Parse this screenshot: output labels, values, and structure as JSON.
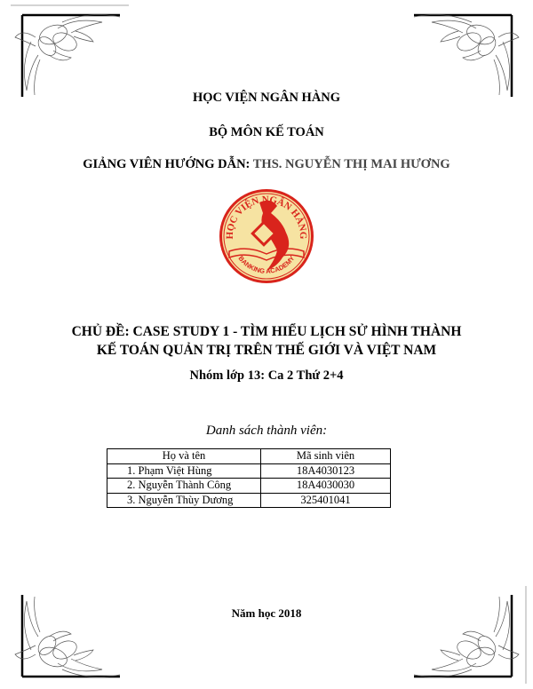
{
  "header": {
    "institution": "HỌC VIỆN NGÂN HÀNG",
    "department": "BỘ MÔN KẾ TOÁN",
    "supervisor_label": "GIẢNG VIÊN HƯỚNG DẪN:",
    "supervisor_name": "THS. NGUYỄN THỊ MAI HƯƠNG"
  },
  "logo": {
    "text_top": "HỌC VIỆN NGÂN HÀNG",
    "text_bottom": "BANKING ACADEMY",
    "colors": {
      "ring": "#d9241c",
      "fill": "#f6e3a2",
      "map": "#d9241c"
    }
  },
  "topic": {
    "line1": "CHỦ ĐỀ: CASE STUDY 1 - TÌM HIỂU LỊCH SỬ HÌNH THÀNH",
    "line2": "KẾ TOÁN QUẢN TRỊ TRÊN THẾ GIỚI VÀ VIỆT NAM"
  },
  "group": "Nhóm lớp 13: Ca 2 Thứ 2+4",
  "members_title": "Danh sách thành viên:",
  "members_table": {
    "headers": [
      "Họ và tên",
      "Mã sinh viên"
    ],
    "rows": [
      {
        "name": "1.  Phạm Việt Hùng",
        "code": "18A4030123"
      },
      {
        "name": "2.  Nguyễn Thành Công",
        "code": "18A4030030"
      },
      {
        "name": "3.  Nguyễn Thùy Dương",
        "code": "325401041"
      }
    ]
  },
  "footer": {
    "year": "Năm học 2018"
  },
  "decorations": {
    "corner_icon": "floral-corner-ornament"
  }
}
